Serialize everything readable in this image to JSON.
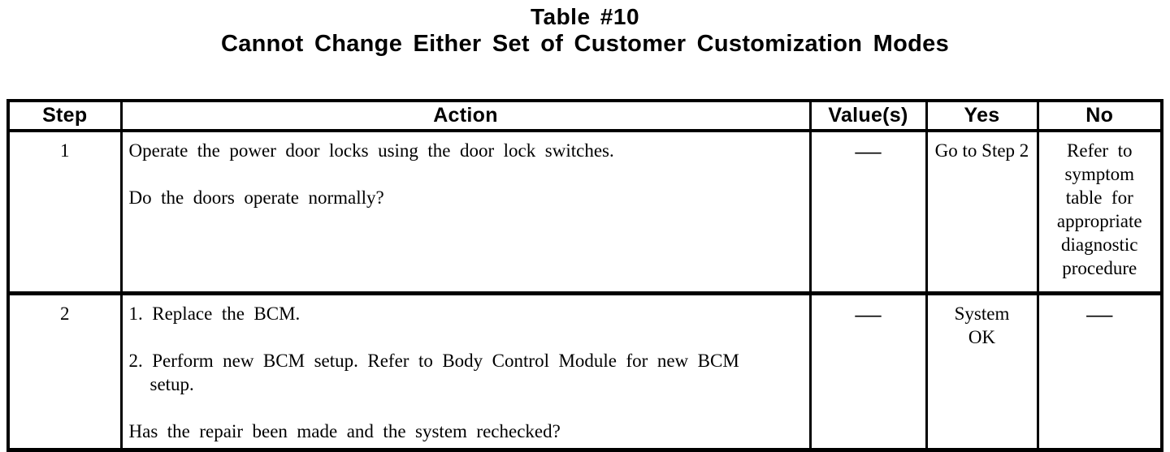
{
  "title": {
    "line1": "Table #10",
    "line2": "Cannot Change Either Set of Customer Customization Modes"
  },
  "table": {
    "headers": [
      "Step",
      "Action",
      "Value(s)",
      "Yes",
      "No"
    ],
    "rows": [
      {
        "step": "1",
        "action_paragraphs": [
          "Operate the power door locks using the door lock switches.",
          "Do the doors operate normally?"
        ],
        "values": "—",
        "yes": "Go to Step 2",
        "no": "Refer to symptom table for appropriate diagnostic procedure"
      },
      {
        "step": "2",
        "action_steps": [
          "1. Replace the BCM.",
          "2. Perform new BCM setup. Refer to Body Control Module for new BCM setup."
        ],
        "action_question": "Has the repair been made and the system rechecked?",
        "values": "—",
        "yes": "System OK",
        "no": "—"
      }
    ]
  }
}
